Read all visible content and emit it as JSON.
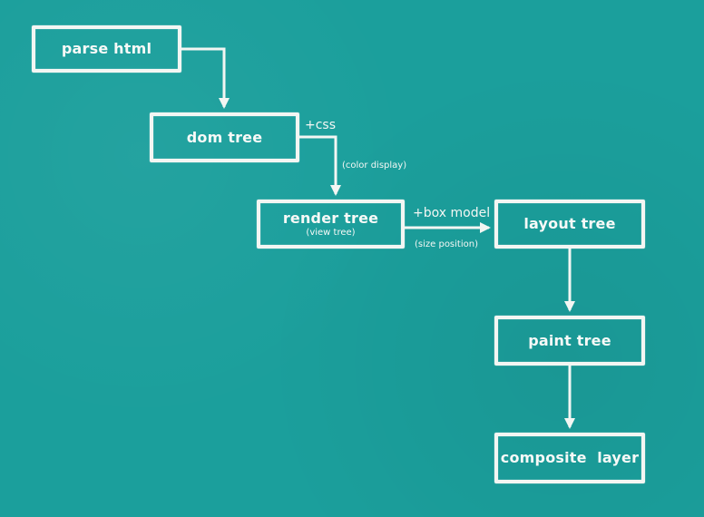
{
  "nodes": [
    {
      "title": "parse html",
      "sub": ""
    },
    {
      "title": "dom tree",
      "sub": ""
    },
    {
      "title": "render tree",
      "sub": "(view tree)"
    },
    {
      "title": "layout tree",
      "sub": ""
    },
    {
      "title": "paint tree",
      "sub": ""
    },
    {
      "title": "composite  layer",
      "sub": ""
    }
  ],
  "edge_labels": {
    "css": "+css",
    "color_display": "(color display)",
    "box_model": "+box model",
    "size_position": "(size position)"
  },
  "colors": {
    "background": "#1b9f9c",
    "chalk": "#f3f6f3"
  }
}
